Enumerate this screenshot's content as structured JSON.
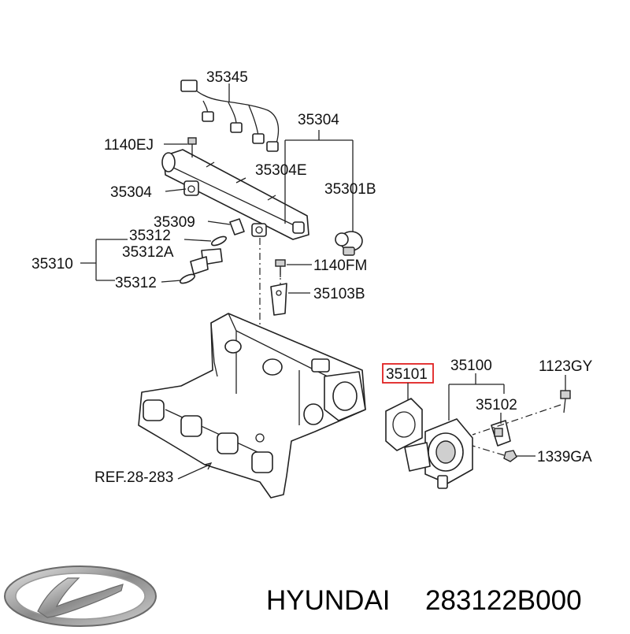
{
  "labels": {
    "p35345": "35345",
    "p35304_top": "35304",
    "p1140EJ": "1140EJ",
    "p35304E": "35304E",
    "p35304_left": "35304",
    "p35301B": "35301B",
    "p35309": "35309",
    "p35312_a": "35312",
    "p35312A": "35312A",
    "p35310": "35310",
    "p35312_b": "35312",
    "p1140FM": "1140FM",
    "p35103B": "35103B",
    "p35101": "35101",
    "p35100": "35100",
    "p1123GY": "1123GY",
    "p35102": "35102",
    "p1339GA": "1339GA",
    "ref": "REF.28-283"
  },
  "highlight_color": "#e02020",
  "footer": {
    "brand": "HYUNDAI",
    "part_number": "283122B000",
    "logo": "hyundai-logo-icon"
  }
}
